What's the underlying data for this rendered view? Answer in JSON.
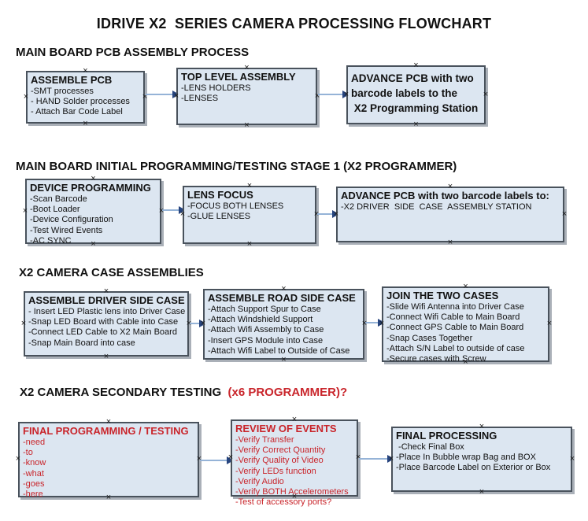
{
  "title": "IDRIVE X2  SERIES CAMERA PROCESSING FLOWCHART",
  "colors": {
    "box_fill": "#dce6f1",
    "box_border": "#49525c",
    "shadow": "#aab0b8",
    "arrow_line": "#95b3d7",
    "arrow_head": "#27457f",
    "red_text": "#c9252b"
  },
  "icons": {
    "connection_handle": "×",
    "arrow_head": "right-triangle"
  },
  "sections": [
    {
      "heading": "MAIN BOARD PCB ASSEMBLY PROCESS",
      "boxes": [
        {
          "title": "ASSEMBLE PCB",
          "items": [
            "-SMT processes",
            "- HAND Solder processes",
            "- Attach Bar Code Label"
          ]
        },
        {
          "title": "TOP LEVEL ASSEMBLY",
          "items": [
            "-LENS HOLDERS",
            "-LENSES"
          ]
        },
        {
          "title": "ADVANCE PCB with two\nbarcode labels to the\n X2 Programming Station",
          "items": []
        }
      ]
    },
    {
      "heading": "MAIN BOARD INITIAL PROGRAMMING/TESTING STAGE 1 (X2 PROGRAMMER)",
      "boxes": [
        {
          "title": "DEVICE PROGRAMMING",
          "items": [
            "-Scan Barcode",
            "-Boot Loader",
            "-Device Configuration",
            "-Test Wired Events",
            "-AC SYNC"
          ]
        },
        {
          "title": "LENS FOCUS",
          "items": [
            "-FOCUS BOTH LENSES",
            "-GLUE LENSES"
          ]
        },
        {
          "title": "ADVANCE PCB with two barcode labels to:",
          "items": [
            "-X2 DRIVER  SIDE  CASE  ASSEMBLY STATION"
          ]
        }
      ]
    },
    {
      "heading": "X2 CAMERA CASE ASSEMBLIES",
      "boxes": [
        {
          "title": "ASSEMBLE DRIVER SIDE CASE",
          "items": [
            "- Insert LED Plastic lens into Driver Case",
            "-Snap LED Board with Cable into Case",
            "-Connect LED Cable to X2 Main Board",
            "-Snap Main Board into case"
          ]
        },
        {
          "title": "ASSEMBLE ROAD SIDE CASE",
          "items": [
            "-Attach Support Spur to Case",
            "-Attach Windshield Support",
            "-Attach Wifi Assembly to Case",
            "-Insert GPS Module into Case",
            "-Attach Wifi Label to Outside of Case"
          ]
        },
        {
          "title": "JOIN THE TWO CASES",
          "items": [
            "-Slide Wifi Antenna into Driver Case",
            "-Connect Wifi Cable to Main Board",
            "-Connect GPS Cable to Main Board",
            "-Snap Cases Together",
            "-Attach S/N Label to outside of case",
            "-Secure cases with Screw"
          ]
        }
      ]
    },
    {
      "heading": "X2 CAMERA SECONDARY TESTING  ",
      "heading_red": "(x6 PROGRAMMER)?",
      "boxes": [
        {
          "title": "FINAL PROGRAMMING / TESTING",
          "items": [
            "-need",
            "-to",
            "-know",
            "-what",
            "-goes",
            "-here"
          ]
        },
        {
          "title": "REVIEW OF EVENTS",
          "items": [
            "-Verify Transfer",
            "-Verify Correct Quantity",
            "-Verify Quality of Video",
            "-Verify LEDs function",
            "-Verify Audio",
            "-Verify BOTH Accelerometers",
            "-Test of accessory ports?"
          ]
        },
        {
          "title": "FINAL PROCESSING",
          "items": [
            " -Check Final Box",
            "-Place In Bubble wrap Bag and BOX",
            "-Place Barcode Label on Exterior or Box"
          ]
        }
      ]
    }
  ]
}
